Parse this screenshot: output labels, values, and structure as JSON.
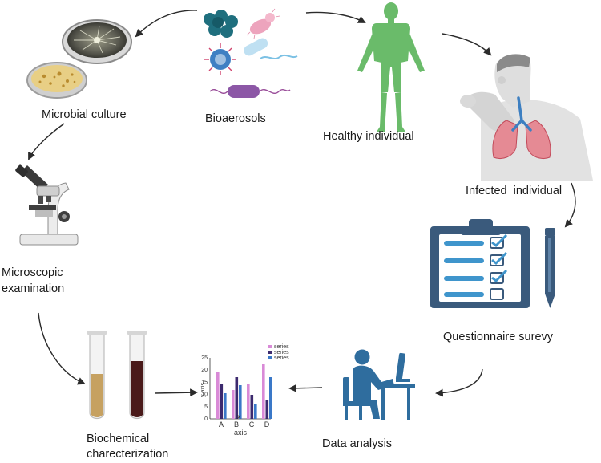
{
  "nodes": {
    "bioaerosols": "Bioaerosols",
    "microbial_culture": "Microbial culture",
    "healthy_individual": "Healthy individual",
    "infected_individual": "Infected  individual",
    "microscopic_examination_l1": "Microscopic",
    "microscopic_examination_l2": "examination",
    "questionnaire_survey": "Questionnaire surevy",
    "biochemical_l1": "Biochemical",
    "biochemical_l2": "charecterization",
    "data_analysis": "Data analysis"
  },
  "mini_chart": {
    "xlabel": "axis",
    "ylabel": "y axis",
    "categories": [
      "A",
      "B",
      "C",
      "D"
    ],
    "x_mark": "x",
    "yticks": [
      "25",
      "20",
      "15",
      "10",
      "5",
      "0"
    ],
    "legend": [
      "series",
      "series",
      "series"
    ]
  },
  "colors": {
    "arrow": "#2b2b2b",
    "body_green": "#6abb6a",
    "clipboard": "#3a5a7c",
    "check_blue": "#3f95cc",
    "person_blue": "#2f6d9e",
    "bar_pink": "#d98ad7",
    "bar_navy": "#3c2a6e",
    "bar_blue": "#3a78c8",
    "tube_tan": "#c6a161",
    "tube_dark": "#4a1a1a"
  }
}
